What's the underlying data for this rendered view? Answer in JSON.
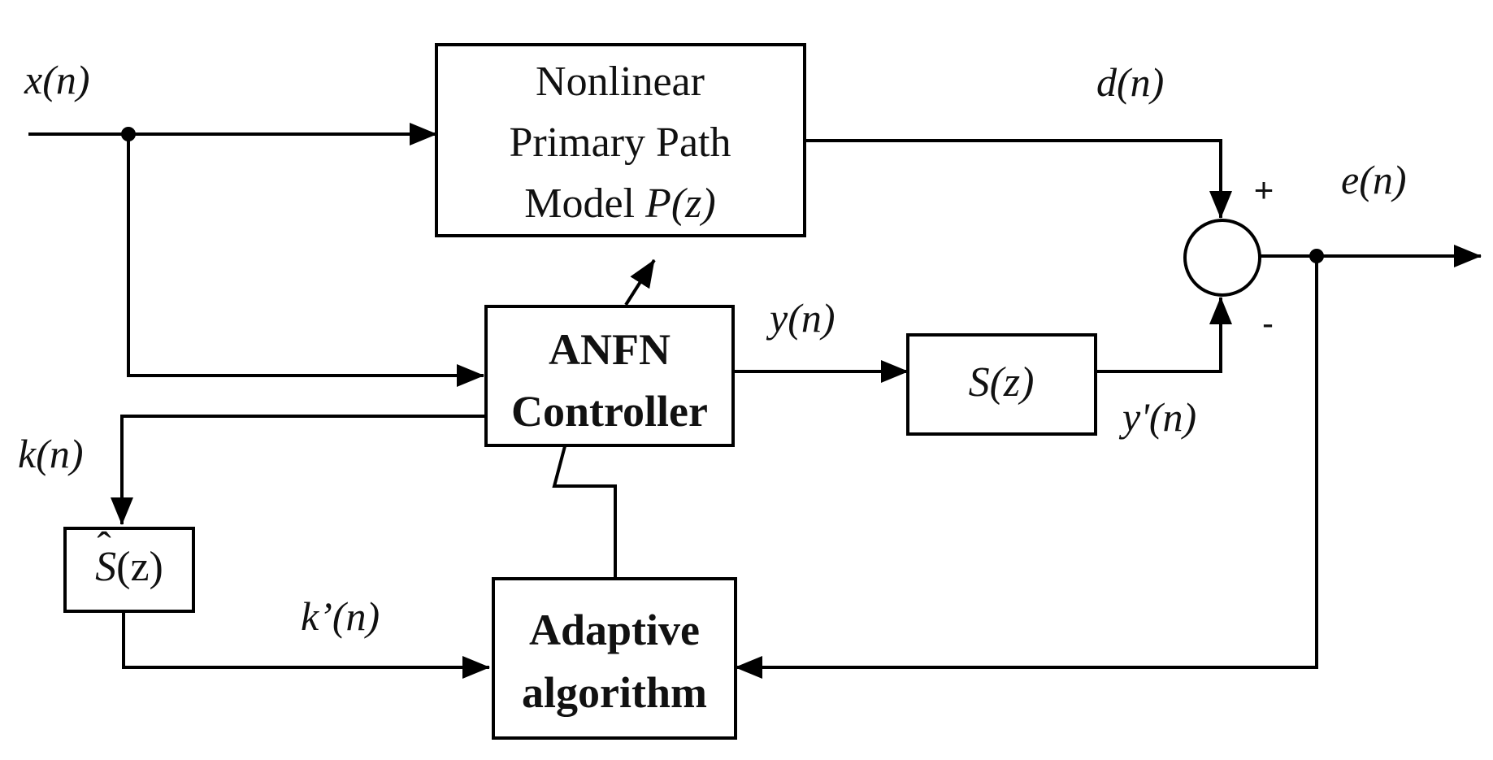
{
  "signals": {
    "x": "x(n)",
    "d": "d(n)",
    "e": "e(n)",
    "y": "y(n)",
    "y_prime": "y'(n)",
    "k": "k(n)",
    "k_prime": "k’(n)"
  },
  "blocks": {
    "primary_path": {
      "line1": "Nonlinear",
      "line2": "Primary Path",
      "line3_prefix": "Model ",
      "line3_var": "P(z)"
    },
    "anfn": {
      "line1": "ANFN",
      "line2": "Controller"
    },
    "secondary_path": {
      "label": "S(z)"
    },
    "secondary_estimate": {
      "hat": "ˆ",
      "base": "S",
      "args": "(z)"
    },
    "adaptive": {
      "line1": "Adaptive",
      "line2": "algorithm"
    }
  },
  "summing_junction": {
    "plus": "+",
    "minus": "-"
  }
}
